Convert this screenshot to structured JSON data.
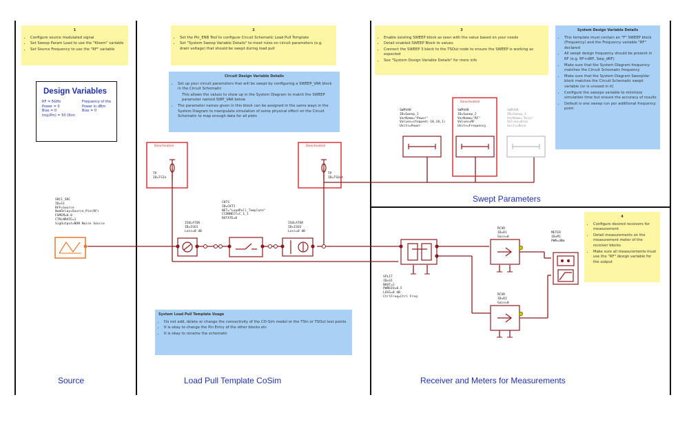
{
  "sections": {
    "source": "Source",
    "load_pull": "Load Pull Template CoSim",
    "swept": "Swept Parameters",
    "receiver": "Receiver and Meters for Measurements"
  },
  "design_variables": {
    "title": "Design Variables",
    "col1": [
      "RF = 5GHz",
      "Power = 0",
      "Bias = 0",
      "Imp(Pin) = 50 Ohm"
    ],
    "col2": [
      "Frequency of the",
      "Power in dBm",
      "Bias = 0"
    ]
  },
  "notes": {
    "source": {
      "header": "1",
      "items": [
        "Configure source modulated signal",
        "Set Sweep Param Load to use the \"Kloom\" variable",
        "Set Source Frequency to use the \"RF\" variable"
      ]
    },
    "loadpull_top": {
      "header": "2",
      "items": [
        "Set the Pin_ENB Tool to configure Circuit Schematic Load Pull Template",
        "Set \"System Sweep Variable Details\" to meet rules on circuit parameters (e.g. drain voltage) that should be swept during load pull"
      ]
    },
    "circuit_design": {
      "header": "Circuit Design Variable Details",
      "items": [
        "Set up your circuit parameters that will be swept by configuring a SWEEP_VAR block in the Circuit Schematic",
        "This allows the values to show up in the System Diagram to match the SWEEP parameter named SWP_VAR below",
        "The parameter names given in this block can be assigned in the same ways in the System Diagram to manipulate simulation of some physical effect on the Circuit Schematic to map enough data for all plots"
      ]
    },
    "swept_top": {
      "header": "3",
      "items": [
        "Enable existing SWEEP block as seen with the value based on your needs",
        "Detail enabled SWEEP Block to values",
        "Connect the SWEEP 3 block to the TSOut node to ensure the SWEEP is working as expected",
        "See \"System Design Variable Details\" for more info"
      ]
    },
    "system_design": {
      "header": "System Design Variable Details",
      "items": [
        "This template must contain an \"F\" SWEEP block (Frequency) and the Frequency variable \"RF\" declared",
        "All swept design frequency should be present in RF (e.g. RF+dRF, Swp_dRF)",
        "Make sure that the System Diagram frequency matches the Circuit Schematic frequency",
        "Make sure that the System Diagram SweepVar block matches the Circuit Schematic swept variable (or is unused in it)",
        "Configure the sweeps variable to minimize simulation time but ensure the accuracy of results",
        "Default is one sweep run per additional frequency point"
      ]
    },
    "loadpull_usage": {
      "header": "System Load Pull Template Usage",
      "items": [
        "Do not add, delete or change the connectivity of the CO-Sim model or the TSIn or TSOut test points",
        "It is okay to change the Pin Entry of the other blocks etc",
        "It is okay to rename the schematic"
      ]
    },
    "meters": {
      "header": "4",
      "items": [
        "Configure desired receivers for measurement",
        "Detail measurements on the measurement meter of the receiver blocks",
        "Make sure all measurements must use the \"RF\" design variable for the output"
      ]
    }
  },
  "labels": {
    "deact": "Deactivated",
    "source_block": "SRC1_SRC\nID=S1\nRFF=Source\nNumDelay=Source_Pin(RF)\nFSMEM=0.0\nCTRLNRATE=1\nSigOutput=NON Noise Source",
    "tsin": "TP\nID=TSIn",
    "tsout": "TP\nID=TSOut",
    "iso1": "ISOLATOR\nID=ISO1\nLoss=0 dB",
    "cosim": "CKTS\nID=CKT1\nNET=\"LoadPull_Template\"\nCCONNECT=C_1_1\nROTATE=0",
    "iso2": "ISOLATOR\nID=ISO2\nLoss=0 dB",
    "sweep1": "SWPVAR\nID=Sweep_1\nVarName=\"Power\"\nValues=stepped(-10,10,1)\nUnits=Power",
    "sweep2": "SWPVAR\nID=Sweep_2\nVarName=\"RF\"\nValues=RF\nUnits=Frequency",
    "sweep3": "SWPVAR\nID=Sweep_3\nVarName=\"Bias\"\nValues=Bias\nUnits=None",
    "split": "SPLIT\nID=S1\nNOUT=2\nPWRDIV=0.5\nLOSS=0 dB\nCtrlFreq=Ctrl Freq",
    "rcvr1": "RCVR\nID=R1\nGain=0",
    "rcvr2": "RCVR\nID=R2\nGain=0",
    "meter": "METER\nID=M1\nPWR=dBm"
  },
  "colors": {
    "wire": "#8b1a1a",
    "source": "#e8762a",
    "deactivated": "#e03030",
    "note_yellow": "#fdf6a3",
    "note_blue": "#a9d0f5",
    "section_title": "#1f2fa6"
  }
}
